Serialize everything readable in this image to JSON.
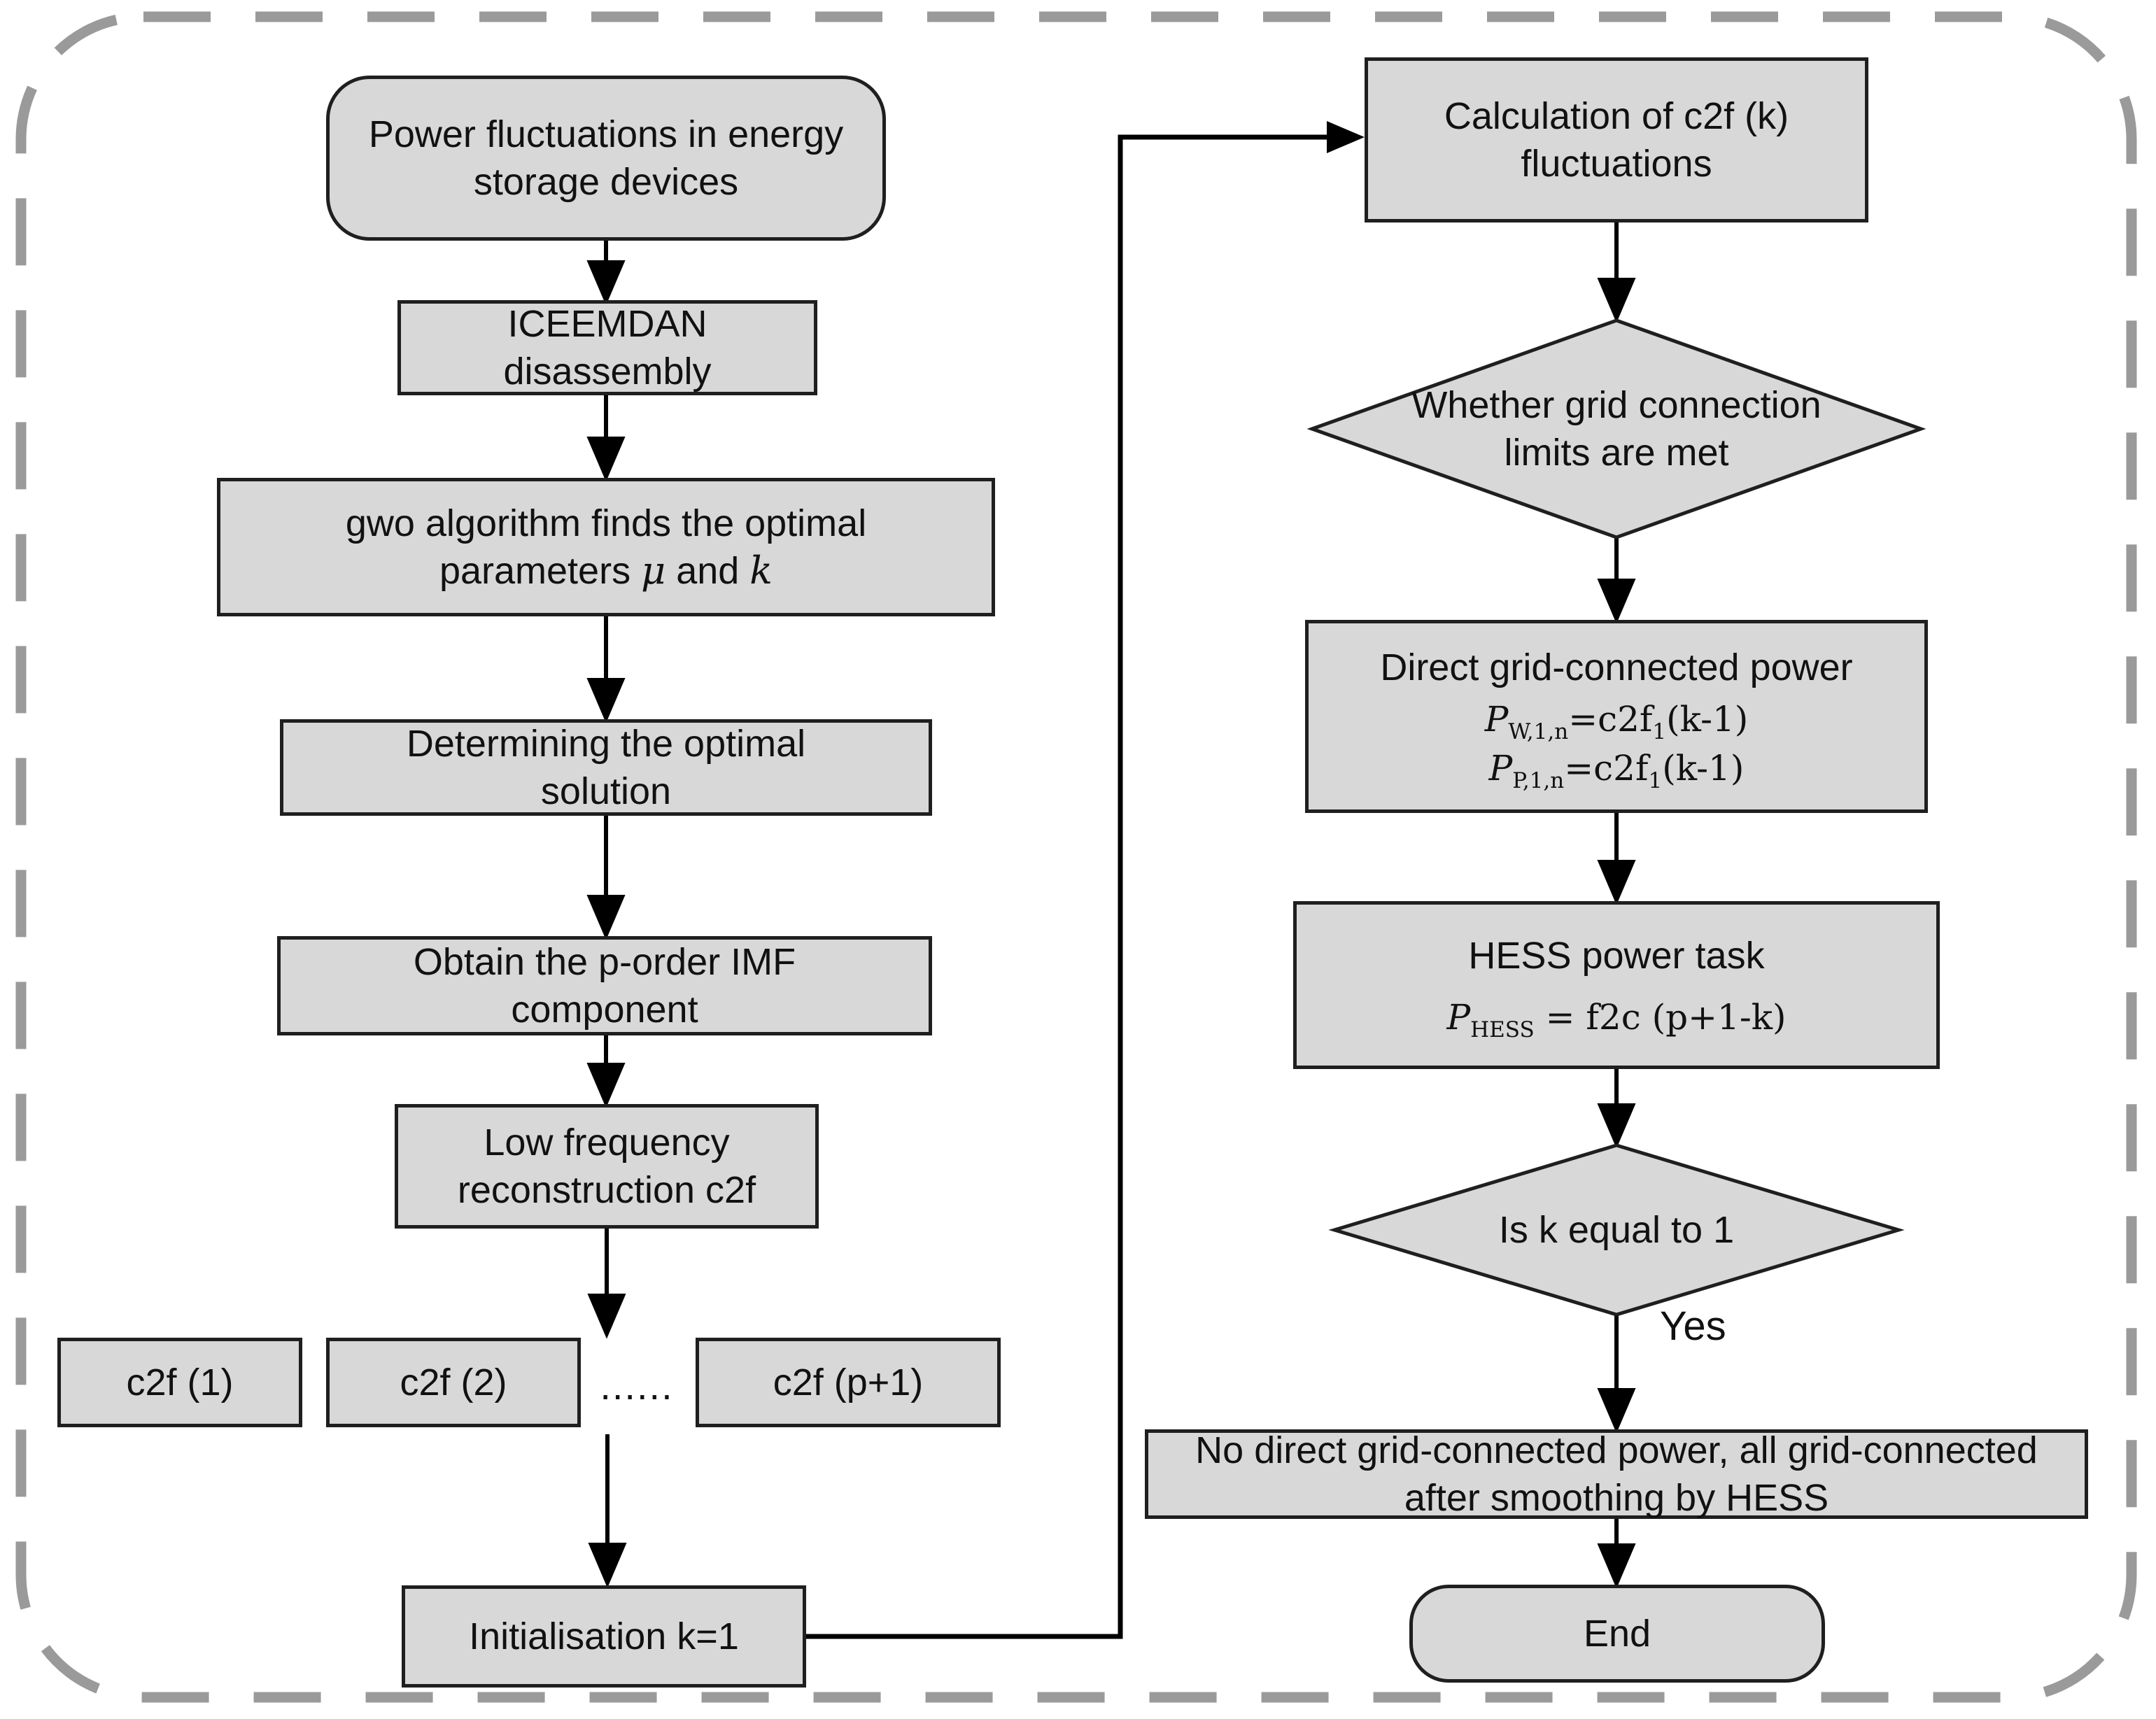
{
  "colors": {
    "node_fill": "#d8d8d8",
    "node_border": "#1f1f1f",
    "arrow": "#000000",
    "dashed_frame": "#9a9a9a",
    "text": "#111111"
  },
  "flow": {
    "start": "Power fluctuations in energy storage devices",
    "iceemdan": "ICEEMDAN disassembly",
    "gwo": {
      "line1": "gwo algorithm finds the optimal",
      "line2_pre": "parameters ",
      "mu": "μ",
      "mid": " and ",
      "k": "k"
    },
    "determining": "Determining the optimal solution",
    "obtain": "Obtain the p-order IMF component",
    "lowfreq": "Low frequency reconstruction c2f",
    "c2f_row": {
      "b1": "c2f (1)",
      "b2": "c2f (2)",
      "dots": "......",
      "b3": "c2f (p+1)"
    },
    "init": "Initialisation k=1",
    "calc": "Calculation of c2f (k) fluctuations",
    "decision1": "Whether grid connection limits are met",
    "direct": {
      "title": "Direct grid-connected power",
      "f1": {
        "base": "P",
        "sub": "W,1,n",
        "eq": "=c2f",
        "fsub": "1",
        "tail": "(k-1)"
      },
      "f2": {
        "base": "P",
        "sub": "P,1,n",
        "eq": "=c2f",
        "fsub": "1",
        "tail": "(k-1)"
      }
    },
    "hess": {
      "title": "HESS power task",
      "f": {
        "base": "P",
        "sub": "HESS",
        "eq": " = f2c ",
        "tail": "(p+1-k)"
      }
    },
    "decision2": "Is k equal to 1",
    "yes": "Yes",
    "no_direct": "No direct grid-connected power, all grid-connected after smoothing by HESS",
    "end": "End"
  }
}
